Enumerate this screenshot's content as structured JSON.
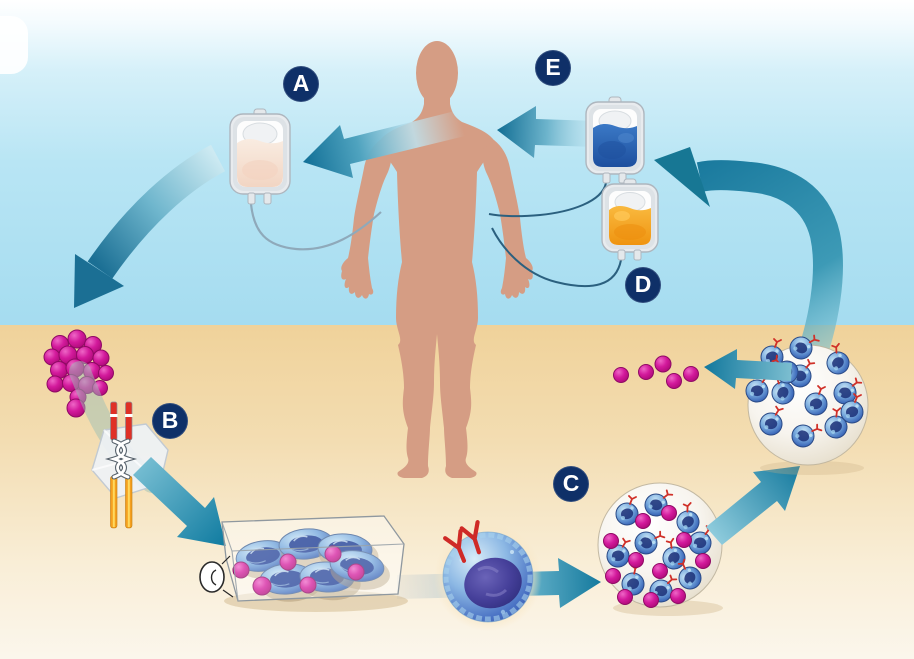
{
  "badges": {
    "a": "A",
    "b": "B",
    "c": "C",
    "d": "D",
    "e": "E"
  },
  "palette": {
    "badge_navy": "#0f3068",
    "arrow_teal": "#157a9e",
    "bead_magenta": "#c9119a",
    "skin": "#d59d84",
    "sky_blue": "#aadef1",
    "sand": "#f0d49c",
    "plasma_bag_fluid": "#f7e4d6",
    "blue_bag_fluid": "#2a65b4",
    "orange_bag_fluid": "#f6a41d",
    "cell_blue": "#2b5cb4",
    "receptor_red": "#d32b28",
    "construct_orange": "#f5a01f"
  },
  "icons": [
    "human-silhouette",
    "iv-bag-plasma",
    "iv-bag-blue",
    "iv-bag-orange",
    "bead-cluster",
    "hexagon-vector",
    "receptor-construct",
    "culture-flask",
    "large-t-cell",
    "sphere-cells-beads",
    "sphere-cells-only",
    "bead-trail",
    "curved-arrow",
    "straight-arrow",
    "step-badge"
  ]
}
